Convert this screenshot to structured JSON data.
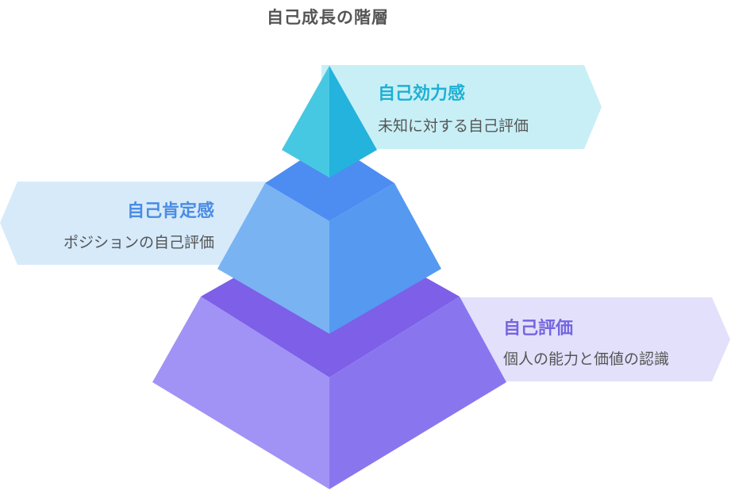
{
  "title": "自己成長の階層",
  "levels": [
    {
      "title": "自己効力感",
      "description": "未知に対する自己評価",
      "colors": {
        "banner": "#c8eff6",
        "title": "#1fb0d4",
        "left_face": "#47c8e2",
        "right_face": "#23b3dc"
      }
    },
    {
      "title": "自己肯定感",
      "description": "ポジションの自己評価",
      "colors": {
        "banner": "#d6eafa",
        "title": "#4a8ce3",
        "top_face": "#4d8df2",
        "left_face": "#79b3f2",
        "right_face": "#5599f0"
      }
    },
    {
      "title": "自己評価",
      "description": "個人の能力と価値の認識",
      "colors": {
        "banner": "#e3e0fb",
        "title": "#7566e0",
        "top_face": "#7d5fe8",
        "left_face": "#a193f5",
        "right_face": "#8976ef"
      }
    }
  ]
}
